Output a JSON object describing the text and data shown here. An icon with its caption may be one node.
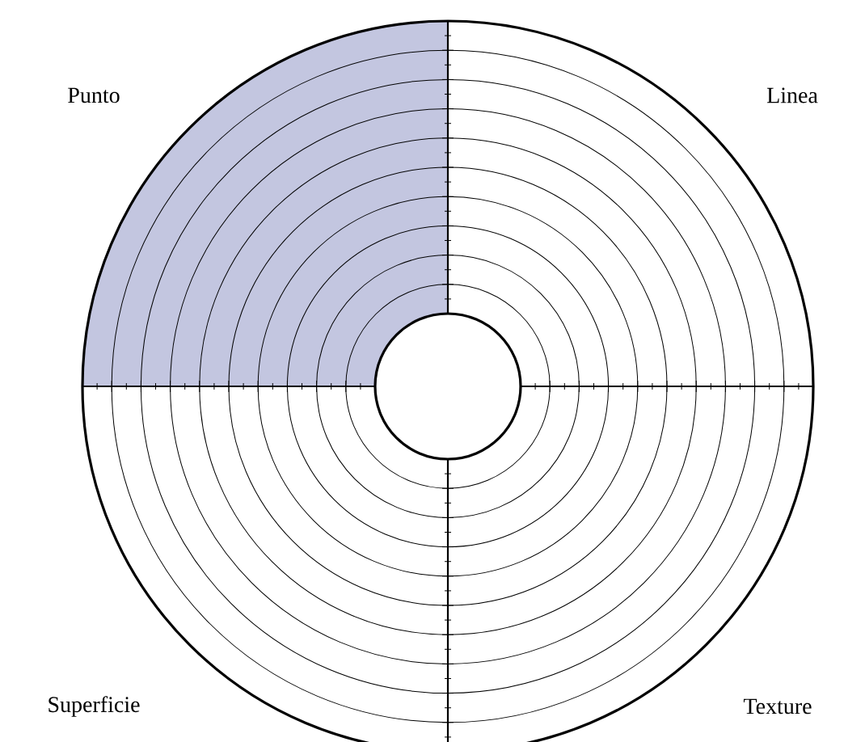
{
  "diagram": {
    "labels": [
      "Punto",
      "Linea",
      "Superficie",
      "Texture"
    ]
  }
}
